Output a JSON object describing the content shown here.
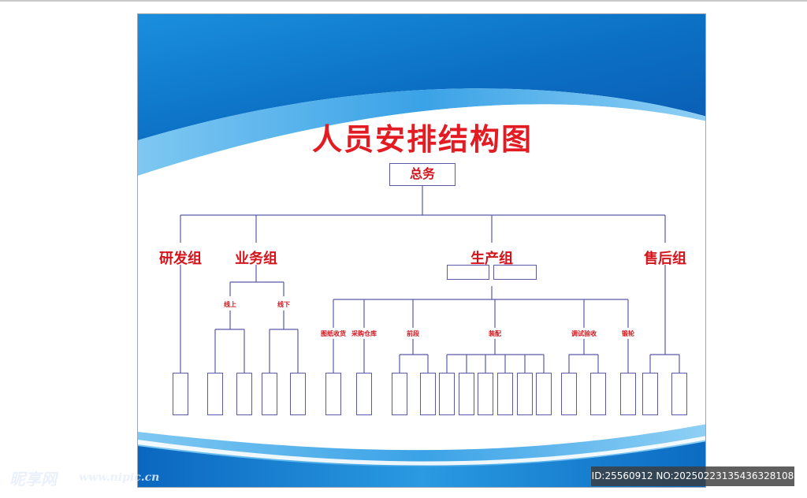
{
  "title": "人员安排结构图",
  "root": "总务",
  "groups": {
    "rd": "研发组",
    "sales": "业务组",
    "production": "生产组",
    "after_sales": "售后组"
  },
  "sales_subs": {
    "online": "线上",
    "offline": "线下"
  },
  "production_subs": {
    "drawing": "图纸收货",
    "purchase": "采购仓库",
    "front": "前段",
    "assembly": "装配",
    "debug": "调试验收",
    "polish": "锻轮"
  },
  "watermark": {
    "logo": "昵享网",
    "url": "www.nipic.cn",
    "id_line": "ID:25560912 NO:20250223135436328108"
  },
  "colors": {
    "title": "#e31c23",
    "label": "#d4141c",
    "line": "#5a5aa8",
    "wave_blue": "#0a78cc"
  }
}
